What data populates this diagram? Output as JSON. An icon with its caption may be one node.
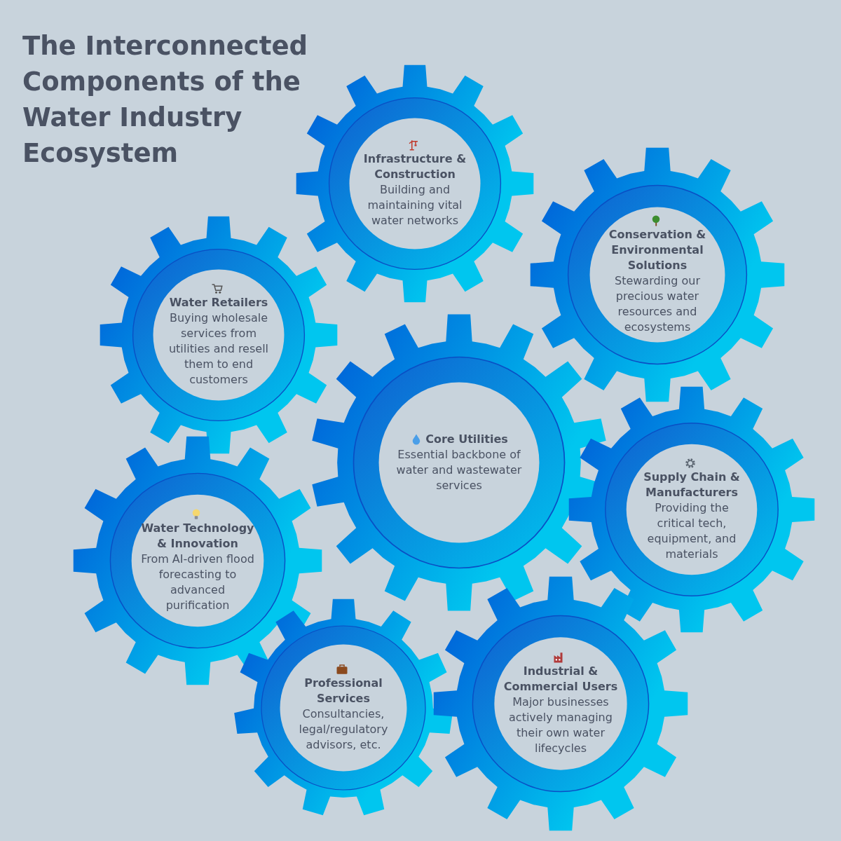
{
  "diagram": {
    "title": "The Interconnected Components of the Water Industry Ecosystem",
    "nodes": [
      {
        "text": [
          "Infrastructure & Construction",
          "Building and maintaining vital water networks"
        ]
      },
      {
        "text": [
          "Conservation & Environmental Solutions",
          "Stewarding our precious water resources and ecosystems"
        ]
      },
      {
        "text": [
          "Water Retailers",
          "Buying wholesale services from utilities and resell them to end customers"
        ]
      },
      {
        "text": [
          "Core Utilities",
          "Essential backbone of water and wastewater services"
        ]
      },
      {
        "text": [
          "Supply Chain & Manufacturers",
          "Providing the critical tech, equipment, and materials"
        ]
      },
      {
        "text": [
          "Water Technology & Innovation",
          "From AI-driven flood forecasting to advanced purification"
        ]
      },
      {
        "text": [
          "Professional Services",
          "Consultancies, legal/regulatory advisors, etc."
        ]
      },
      {
        "text": [
          "Industrial & Commercial Users",
          "Major businesses actively managing their own water lifecycles"
        ]
      }
    ]
  }
}
